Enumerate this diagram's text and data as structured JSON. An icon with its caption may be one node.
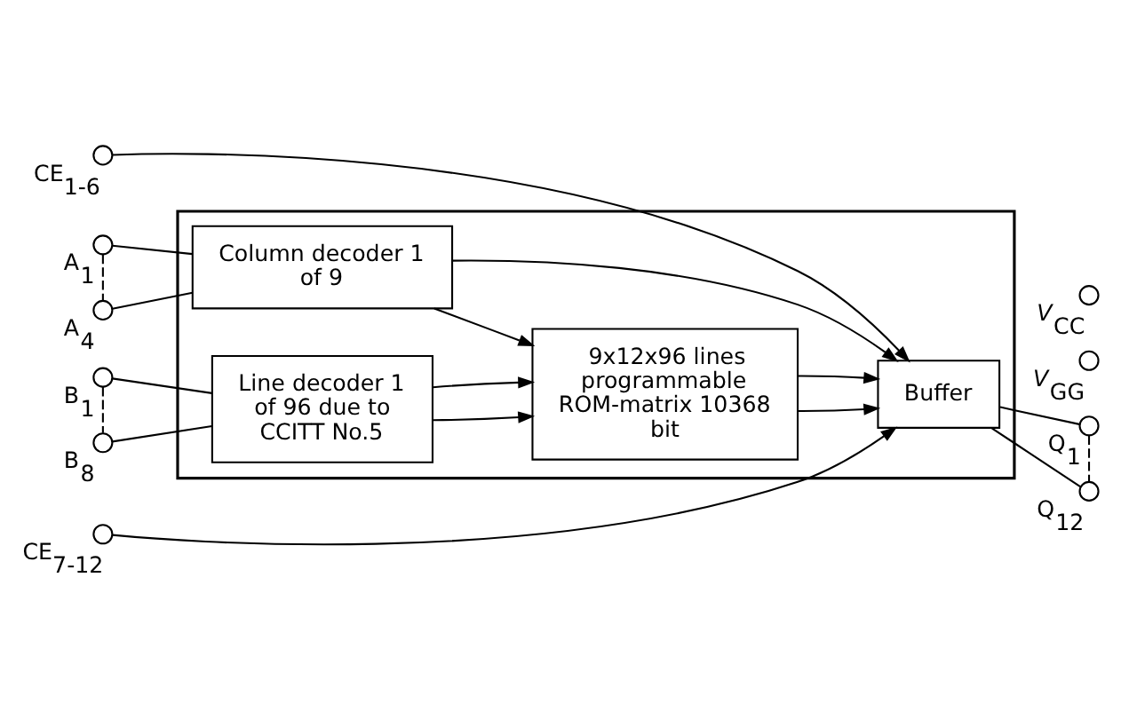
{
  "diagram": {
    "nodes": [
      {
        "text": [],
        "shape": "box"
      },
      {
        "text": [],
        "shape": "circle",
        "beside": [
          "A$_{1}$"
        ]
      },
      {
        "text": [],
        "shape": "circle",
        "beside": [
          "A$_{4}$"
        ]
      },
      {
        "text": [],
        "shape": "circle",
        "beside": [
          "CE$_{1-6}$"
        ]
      },
      {
        "text": [],
        "shape": "circle",
        "beside": [
          "CE$_{7-12}$"
        ]
      },
      {
        "text": [],
        "shape": "circle",
        "beside": [
          "B$_{1}$"
        ]
      },
      {
        "text": [],
        "shape": "circle",
        "beside": [
          "B$_{8}$"
        ]
      },
      {
        "text": [
          "Column decoder 1 of 9"
        ],
        "in": 0
      },
      {
        "text": [
          "Line decoder 1 of 96 due to CCITT No.5"
        ],
        "in": 0
      },
      {
        "text": [
          "9x12x96 lines programmable ROM-matrix 10368 bit"
        ],
        "in": 0
      },
      {
        "text": [
          "Buffer"
        ],
        "in": 0
      },
      {
        "text": [],
        "shape": "circle",
        "beside": [
          "*V*$_{CC}$"
        ]
      },
      {
        "text": [],
        "shape": "circle",
        "beside": [
          "*V*$_{GG}$"
        ]
      },
      {
        "text": [],
        "shape": "circle",
        "beside": [
          "Q$_{1}$"
        ]
      },
      {
        "text": [],
        "shape": "circle",
        "beside": [
          "Q$_{12}$"
        ]
      }
    ],
    "edges": [
      {
        "from": 1,
        "to": 7,
        "arrow": "none"
      },
      {
        "from": 2,
        "to": 7,
        "arrow": "none"
      },
      {
        "from": 7,
        "to": 9,
        "arrow": "to"
      },
      {
        "from": 7,
        "to": 10,
        "arrow": "to"
      },
      {
        "from": 3,
        "to": 10,
        "arrow": "to"
      },
      {
        "from": 4,
        "to": 10,
        "arrow": "to"
      },
      {
        "from": 5,
        "to": 8,
        "arrow": "none"
      },
      {
        "from": 6,
        "to": 8,
        "arrow": "none"
      },
      {
        "from": 8,
        "to": 9,
        "arrow": "to"
      },
      {
        "from": 8,
        "to": 9,
        "arrow": "to"
      },
      {
        "from": 9,
        "to": 10,
        "arrow": "to"
      },
      {
        "from": 9,
        "to": 10,
        "arrow": "to"
      },
      {
        "from": 10,
        "to": 13,
        "arrow": "none"
      },
      {
        "from": 10,
        "to": 14,
        "arrow": "none"
      },
      {
        "from": 1,
        "to": 2,
        "arrow": "none",
        "style": "dashed"
      },
      {
        "from": 5,
        "to": 6,
        "arrow": "none",
        "style": "dashed"
      },
      {
        "from": 13,
        "to": 14,
        "arrow": "none",
        "style": "dashed"
      }
    ]
  }
}
